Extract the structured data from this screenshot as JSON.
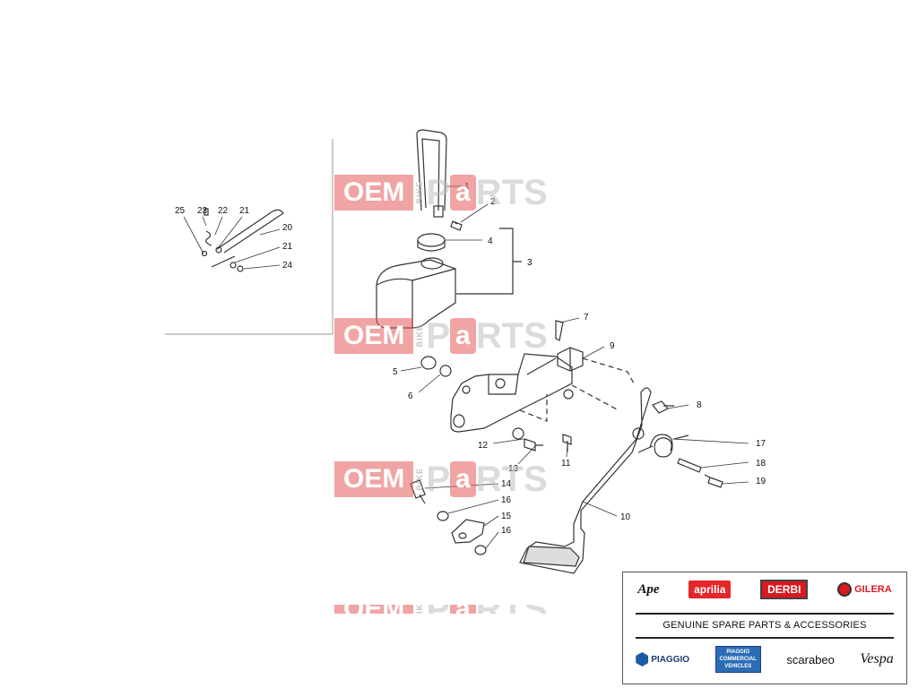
{
  "callouts": [
    "1",
    "2",
    "3",
    "4",
    "5",
    "6",
    "7",
    "8",
    "9",
    "10",
    "11",
    "12",
    "13",
    "14",
    "15",
    "16",
    "16",
    "17",
    "18",
    "19",
    "20",
    "21",
    "21",
    "22",
    "23",
    "24",
    "25"
  ],
  "watermark": {
    "oem": "OEM",
    "bike": "BIKE",
    "p": "P",
    "a": "a",
    "rts": "RTS"
  },
  "brands": {
    "ape": "Ape",
    "aprilia": "aprilia",
    "derbi": "DERBI",
    "gilera": "GILERA",
    "piaggio": "PIAGGIO",
    "commercial_line1": "PIAGGIO",
    "commercial_line2": "COMMERCIAL",
    "commercial_line3": "VEHICLES",
    "scarabeo": "scarabeo",
    "vespa": "Vespa"
  },
  "tagline": "GENUINE SPARE PARTS & ACCESSORIES",
  "colors": {
    "watermark_red": "#e65a5a",
    "aprilia_red": "#e3262a",
    "derbi_red": "#d71920",
    "piaggio_blue": "#1a3d7c"
  }
}
